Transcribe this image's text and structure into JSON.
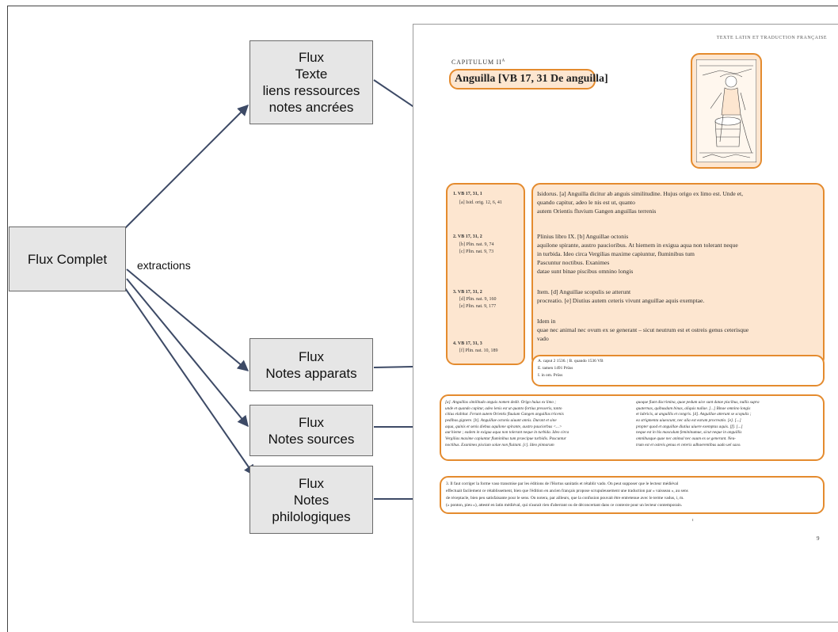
{
  "diagram": {
    "nodes": {
      "complet": {
        "label": "Flux Complet"
      },
      "texte": {
        "lines": [
          "Flux",
          "Texte",
          "liens ressources",
          "notes ancrées"
        ]
      },
      "apparats": {
        "lines": [
          "Flux",
          "Notes apparats"
        ]
      },
      "sources": {
        "lines": [
          "Flux",
          "Notes sources"
        ]
      },
      "philo": {
        "lines": [
          "Flux",
          "Notes",
          "philologiques"
        ]
      }
    },
    "edge_label": "extractions",
    "colors": {
      "box_fill": "#e6e6e6",
      "arrow": "#3d4a66",
      "highlight_border": "#e48b2e",
      "highlight_fill": "#fde6d0"
    }
  },
  "page": {
    "running_head": "Texte latin et traduction française",
    "chapter": "CAPITULUM II",
    "chapter_sup": "A",
    "title": "Anguilla [VB 17, 31 De anguilla]",
    "page_number": "9",
    "mark": "t",
    "illustration": "woodcut-illustration",
    "body": [
      "Isidorus. [a] Anguilla dicitur ab anguis similitudine. Hujus origo ex limo est. Unde et,",
      "quando capitur, adeo le  nis est ut, quanto",
      "autem Orientis fluvium Gangen anguillas terrenis",
      "",
      "Plinius libro IX. [b] Anguillae octonis",
      "aquilone spirante, austro paucioribus. At hiemem in exigua aqua non tolerant neque",
      "in turbida. Ideo circa Vergilias maxime capiuntur, fluminibus tum",
      "Pascuntur noctibus. Exanimes",
      "datae sunt binae piscibus omnino longis",
      "",
      "Item. [d] Anguillae scopulis se atterunt",
      "procreatio. [e] Diutius autem ceteris vivunt anguillae aquis exemptae.",
      "",
      "Idem in",
      "quae nec animal nec ovum ex se generant – sicut neutrum est et ostreis genus ceterisque",
      "vado"
    ],
    "margin": [
      "1.   VB 17, 31, 1",
      "[a]  Isid. orig. 12, 6, 41",
      "2.   VB 17, 31, 2",
      "[b]  Plin. nat. 9, 74",
      "[c]  Plin. nat. 9, 73",
      "3.   VB 17, 31, 2",
      "[d]  Plin. nat. 9, 160",
      "[e]  Plin. nat. 9, 177",
      "4.   VB 17, 31, 3",
      "[f]  Plin. nat. 10, 189"
    ],
    "apparatus": [
      "A. caput 2 1536.  |  B. quando 1536 VB",
      "E. tamen 1491 Prüss",
      "I. in om. Prüss"
    ],
    "source_notes_left": [
      "[a]. Anguillas similitudo anguis nomen dedit. Origo huius ex limo ;",
      "unde et quando capitur, adeo lenis est ut quanto fortius presseris, tanto",
      "citius elabitur. Ferunt autem Orientis fluuium Gangen anguillas tricenis",
      "pedibus gignere.   [b]. Anguillae octonis uiuunt annis. Durant et sine",
      "aqua, quinis et senis diebus aquilone spirante, austro pauciorbus <...>",
      "aut hieme ; eadem in exigua aqua non tolerant neque in turbida. Ideo circa",
      "Vergilias maxime capiuntur fluminibus tum praecipue turbidis. Pascuntur",
      "noctibus. Exanimes piscium solae non fluitant.   [c]. Ideo pinnarum"
    ],
    "source_notes_right": [
      "quoque fiunt discrimina, quae pedum uice sunt datae piscibus, nullis supra",
      "quaternas, quibusdam binas, aliquis nullae. [...] Binae omnino longis",
      "et lubricis, ut anguillis et congris.   [d]. Anguillae atterunt se scopulis ;",
      "ea strigmenta uiuescunt, nec alia est earum procreatio.   [e]. [...]",
      "propter quod et anguillae diutius uiuere exemptas aquis.   [f]. [...]",
      "neque est in his masculum femininumue, sicut neque in anguillis",
      "omnibusque quae nec animal nec ouum ex se generant. Neu-",
      "trum est et ostreis genus et ceteris adhaerentibus uado uel saxo."
    ],
    "philological": [
      "3. Il faut corriger la forme vaso transmise par les éditions de l'Hortus sanitatis et rétablir vado. On peut supposer que le lecteur médiéval",
      "effectuait facilement ce rétablissement, bien que l'édition en ancien français propose scrupuleusement une traduction par « vaisseau », au sens",
      "de réceptacle, bien peu satisfaisante pour le sens. On notera, par ailleurs, que la confusion pouvait être entretenue avec le terme vadus, i, m.",
      "(« ponton, pieu »), attesté en latin médiéval, qui n'aurait rien d'aberrant ou de déconcertant dans ce contexte pour un lecteur contemporain."
    ]
  }
}
